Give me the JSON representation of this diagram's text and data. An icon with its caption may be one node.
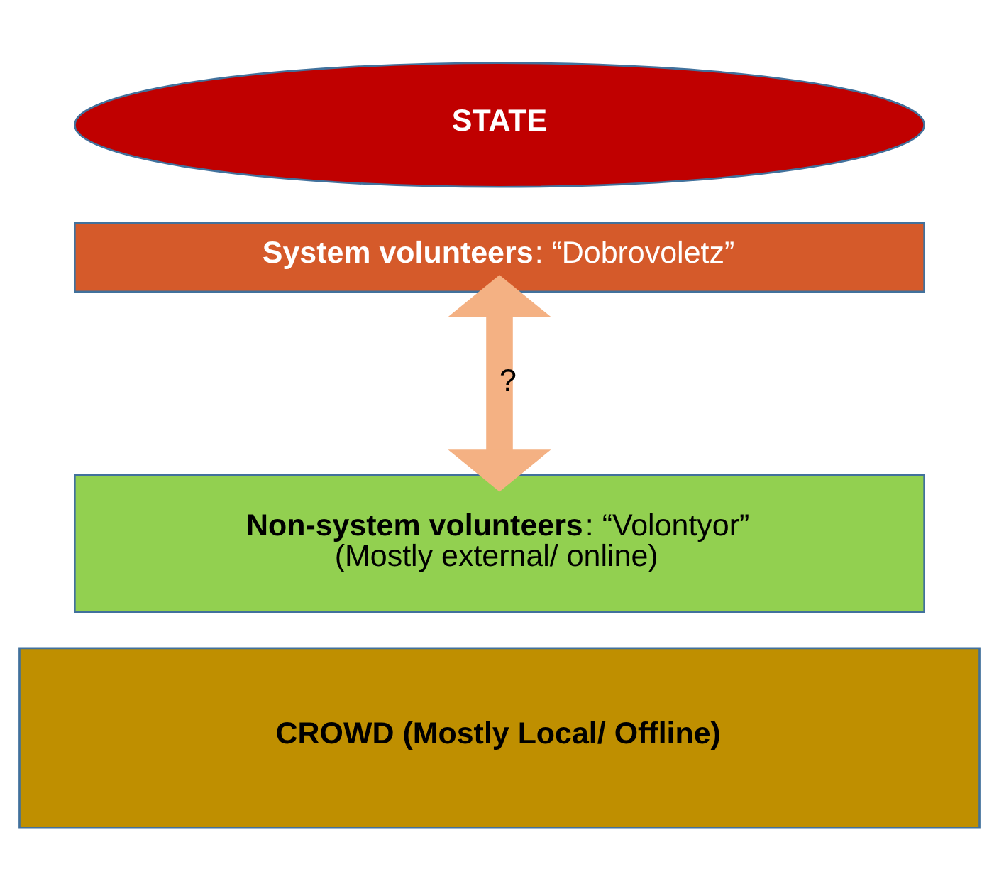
{
  "diagram": {
    "nodes": [
      {
        "text": [
          "STATE"
        ]
      },
      {
        "text": [
          "**System volunteers**: “Dobrovoletz”"
        ]
      },
      {
        "text": [
          "**Non-system volunteers**: “Volontyor”",
          "(Mostly external/ online)"
        ]
      },
      {
        "text": [
          "CROWD (Mostly Local/ Offline)"
        ]
      }
    ],
    "edges": [
      {
        "from": 1,
        "to": 2,
        "arrow": "both",
        "label": "?"
      }
    ]
  }
}
